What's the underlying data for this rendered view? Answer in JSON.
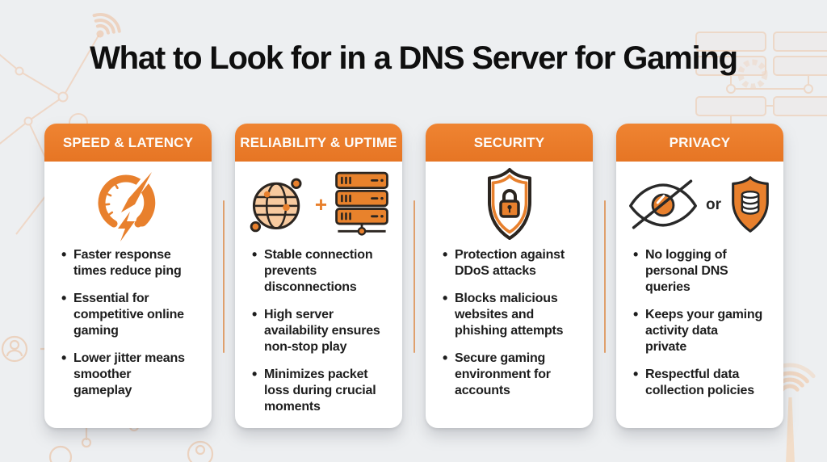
{
  "page": {
    "title": "What to Look for in a DNS Server for Gaming",
    "colors": {
      "background": "#edeff1",
      "accent_orange": "#e8802d",
      "header_orange": "#ea7d2c",
      "divider_orange": "#dfa06c",
      "icon_outline": "#2b2520",
      "globe_fill": "#f7ca9f",
      "text_dark": "#1d1d1d"
    }
  },
  "cards": [
    {
      "header": "SPEED & LATENCY",
      "icon": "speedometer-lightning-icon",
      "bullets": [
        "Faster response\ntimes reduce ping",
        "Essential for\ncompetitive online\ngaming",
        "Lower jitter means\nsmoother\ngameplay"
      ]
    },
    {
      "header": "RELIABILITY & UPTIME",
      "icon": "globe-plus-server-icon",
      "plus_label": "+",
      "bullets": [
        "Stable connection\nprevents\ndisconnections",
        "High server\navailability ensures\nnon-stop play",
        "Minimizes packet\nloss during crucial\nmoments"
      ]
    },
    {
      "header": "SECURITY",
      "icon": "shield-lock-icon",
      "bullets": [
        "Protection against\nDDoS attacks",
        "Blocks malicious\nwebsites and\nphishing attempts",
        "Secure gaming\nenvironment for\naccounts"
      ]
    },
    {
      "header": "PRIVACY",
      "icon": "eye-off-or-shield-database-icon",
      "or_label": "or",
      "bullets": [
        "No logging of\npersonal DNS\nqueries",
        "Keeps your gaming\nactivity data\nprivate",
        "Respectful data\ncollection policies"
      ]
    }
  ]
}
